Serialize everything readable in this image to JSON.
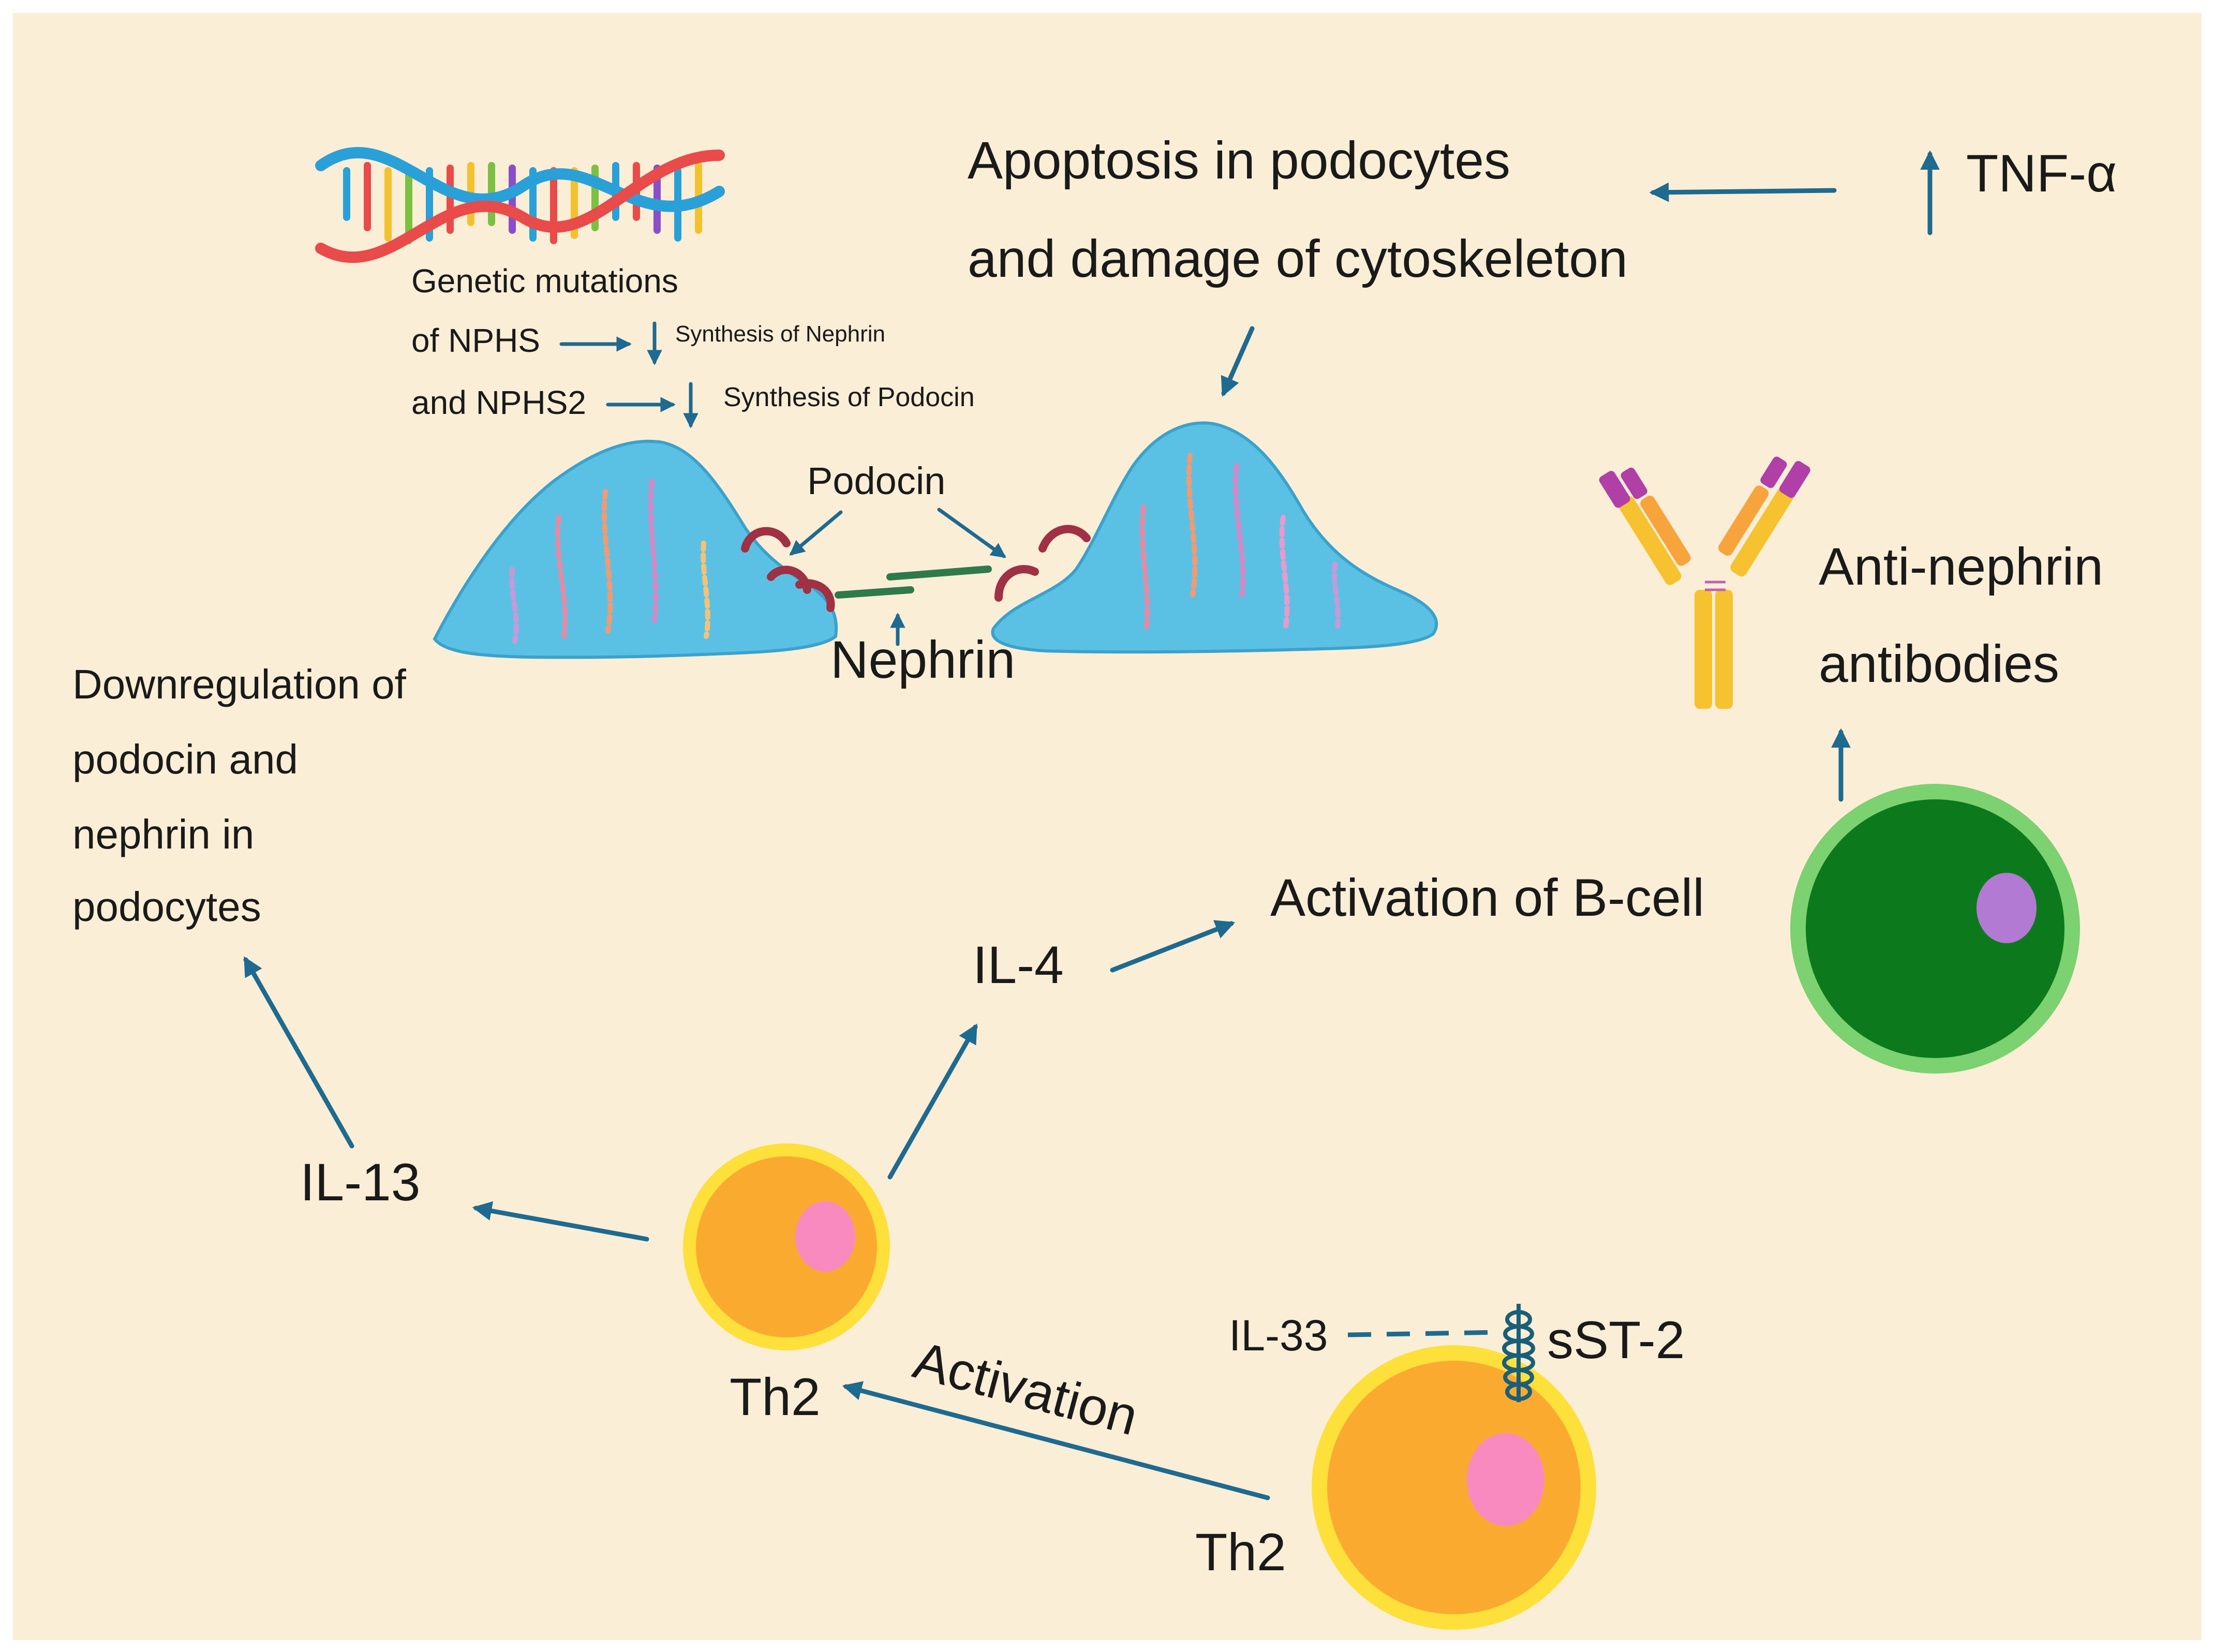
{
  "colors": {
    "background": "#fbeed6",
    "arrow": "#1e6a90",
    "podocyte": "#5bc1e4",
    "podocin": "#a03044",
    "nephrin": "#2f7a4a",
    "th2_outer": "#fde03a",
    "th2_inner": "#fbaa30",
    "th2_nucleus": "#f88ac0",
    "bcell_outer": "#7cd170",
    "bcell_inner": "#0c7a1c",
    "bcell_nucleus": "#b27ad2",
    "antibody_heavy": "#f6c230",
    "antibody_light": "#f7a43c",
    "antibody_tip": "#b03fa8",
    "receptor": "#1a5f7a"
  },
  "icons": [
    "dna-helix-icon",
    "podocyte-icon",
    "antibody-icon",
    "b-cell-icon",
    "th2-cell-icon",
    "st2-receptor-icon"
  ],
  "labels": {
    "genetic_line1": "Genetic mutations",
    "genetic_line2": "of NPHS",
    "genetic_line3": "and NPHS2",
    "synthesis_nephrin": "Synthesis of Nephrin",
    "synthesis_podocin": "Synthesis of Podocin",
    "apoptosis_line1": "Apoptosis in podocytes",
    "apoptosis_line2": "and damage of cytoskeleton",
    "tnf": "TNF-α",
    "podocin": "Podocin",
    "nephrin": "Nephrin",
    "anti_nephrin_line1": "Anti-nephrin",
    "anti_nephrin_line2": "antibodies",
    "downreg_line1": "Downregulation of",
    "downreg_line2": "podocin and",
    "downreg_line3": "nephrin in",
    "downreg_line4": "podocytes",
    "il4": "IL-4",
    "activation_bcell": "Activation of B-cell",
    "il13": "IL-13",
    "th2_upper": "Th2",
    "th2_lower": "Th2",
    "activation": "Activation",
    "il33": "IL-33",
    "sst2": "sST-2"
  }
}
